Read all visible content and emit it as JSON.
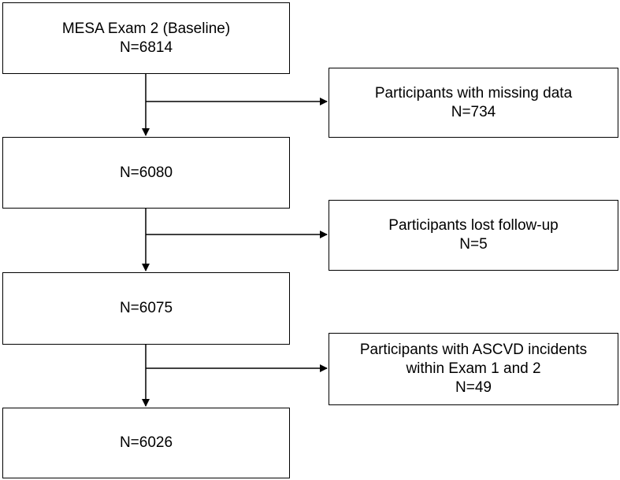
{
  "main_boxes": [
    {
      "lines": [
        "MESA Exam 2 (Baseline)",
        "N=6814"
      ]
    },
    {
      "lines": [
        "N=6080"
      ]
    },
    {
      "lines": [
        "N=6075"
      ]
    },
    {
      "lines": [
        "N=6026"
      ]
    }
  ],
  "exclusion_boxes": [
    {
      "lines": [
        "Participants with missing data",
        "N=734"
      ]
    },
    {
      "lines": [
        "Participants lost follow-up",
        "N=5"
      ]
    },
    {
      "lines": [
        "Participants with ASCVD incidents",
        "within Exam 1 and 2",
        "N=49"
      ]
    }
  ]
}
